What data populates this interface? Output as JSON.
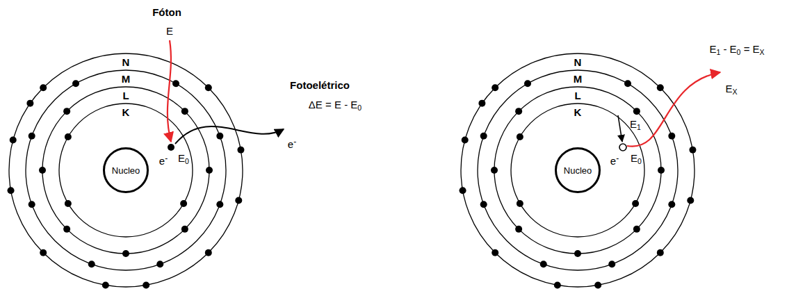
{
  "diagram": {
    "nodes": [
      {
        "text": [
          "Nucleo"
        ]
      },
      {
        "text": [
          "Nucleo"
        ]
      }
    ],
    "labels": [
      "Fóton",
      "E",
      "Fotoelétrico",
      "ΔE = E - E0",
      "e-",
      "N",
      "M",
      "L",
      "K",
      "e-",
      "E0",
      "N",
      "M",
      "L",
      "K",
      "E1 - E0 = EX",
      "EX",
      "E1",
      "e-",
      "E0"
    ]
  }
}
